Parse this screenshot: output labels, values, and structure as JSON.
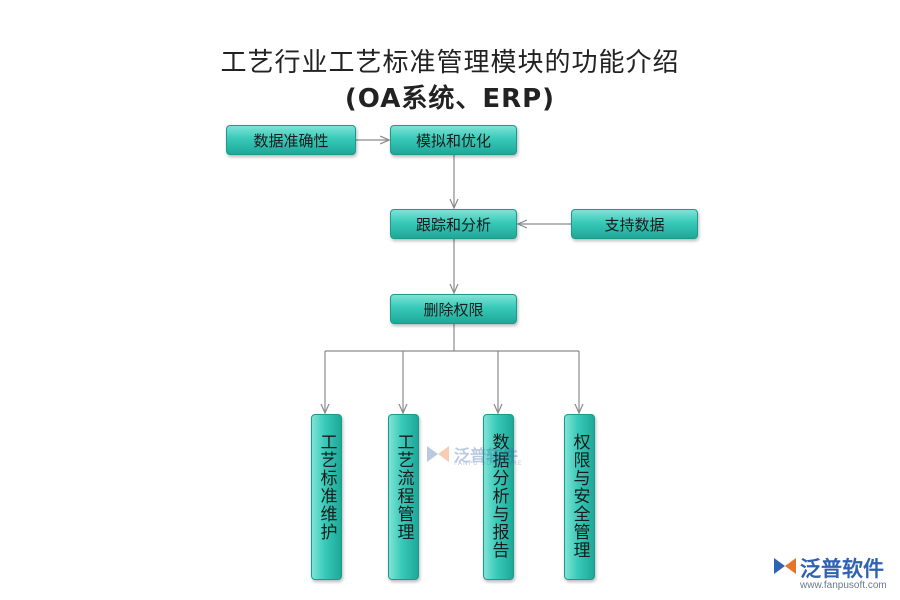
{
  "title": {
    "line1": "工艺行业工艺标准管理模块的功能介绍",
    "line2": "(OA系统、ERP)"
  },
  "nodes": {
    "data_accuracy": "数据准确性",
    "simulate_optimize": "模拟和优化",
    "track_analyze": "跟踪和分析",
    "support_data": "支持数据",
    "delete_permission": "删除权限",
    "leaves": [
      "工艺标准维护",
      "工艺流程管理",
      "数据分析与报告",
      "权限与安全管理"
    ]
  },
  "watermark": {
    "brand": "泛普软件",
    "center_text": "泛普软件",
    "center_sub": "FANPU SOFTWARE",
    "url": "www.fanpusoft.com"
  },
  "colors": {
    "node_fill": "#38c9b8",
    "node_border": "#1a9a8b",
    "line": "#8a8a8a",
    "logo_blue": "#2f62b2",
    "logo_orange": "#e8732a"
  }
}
